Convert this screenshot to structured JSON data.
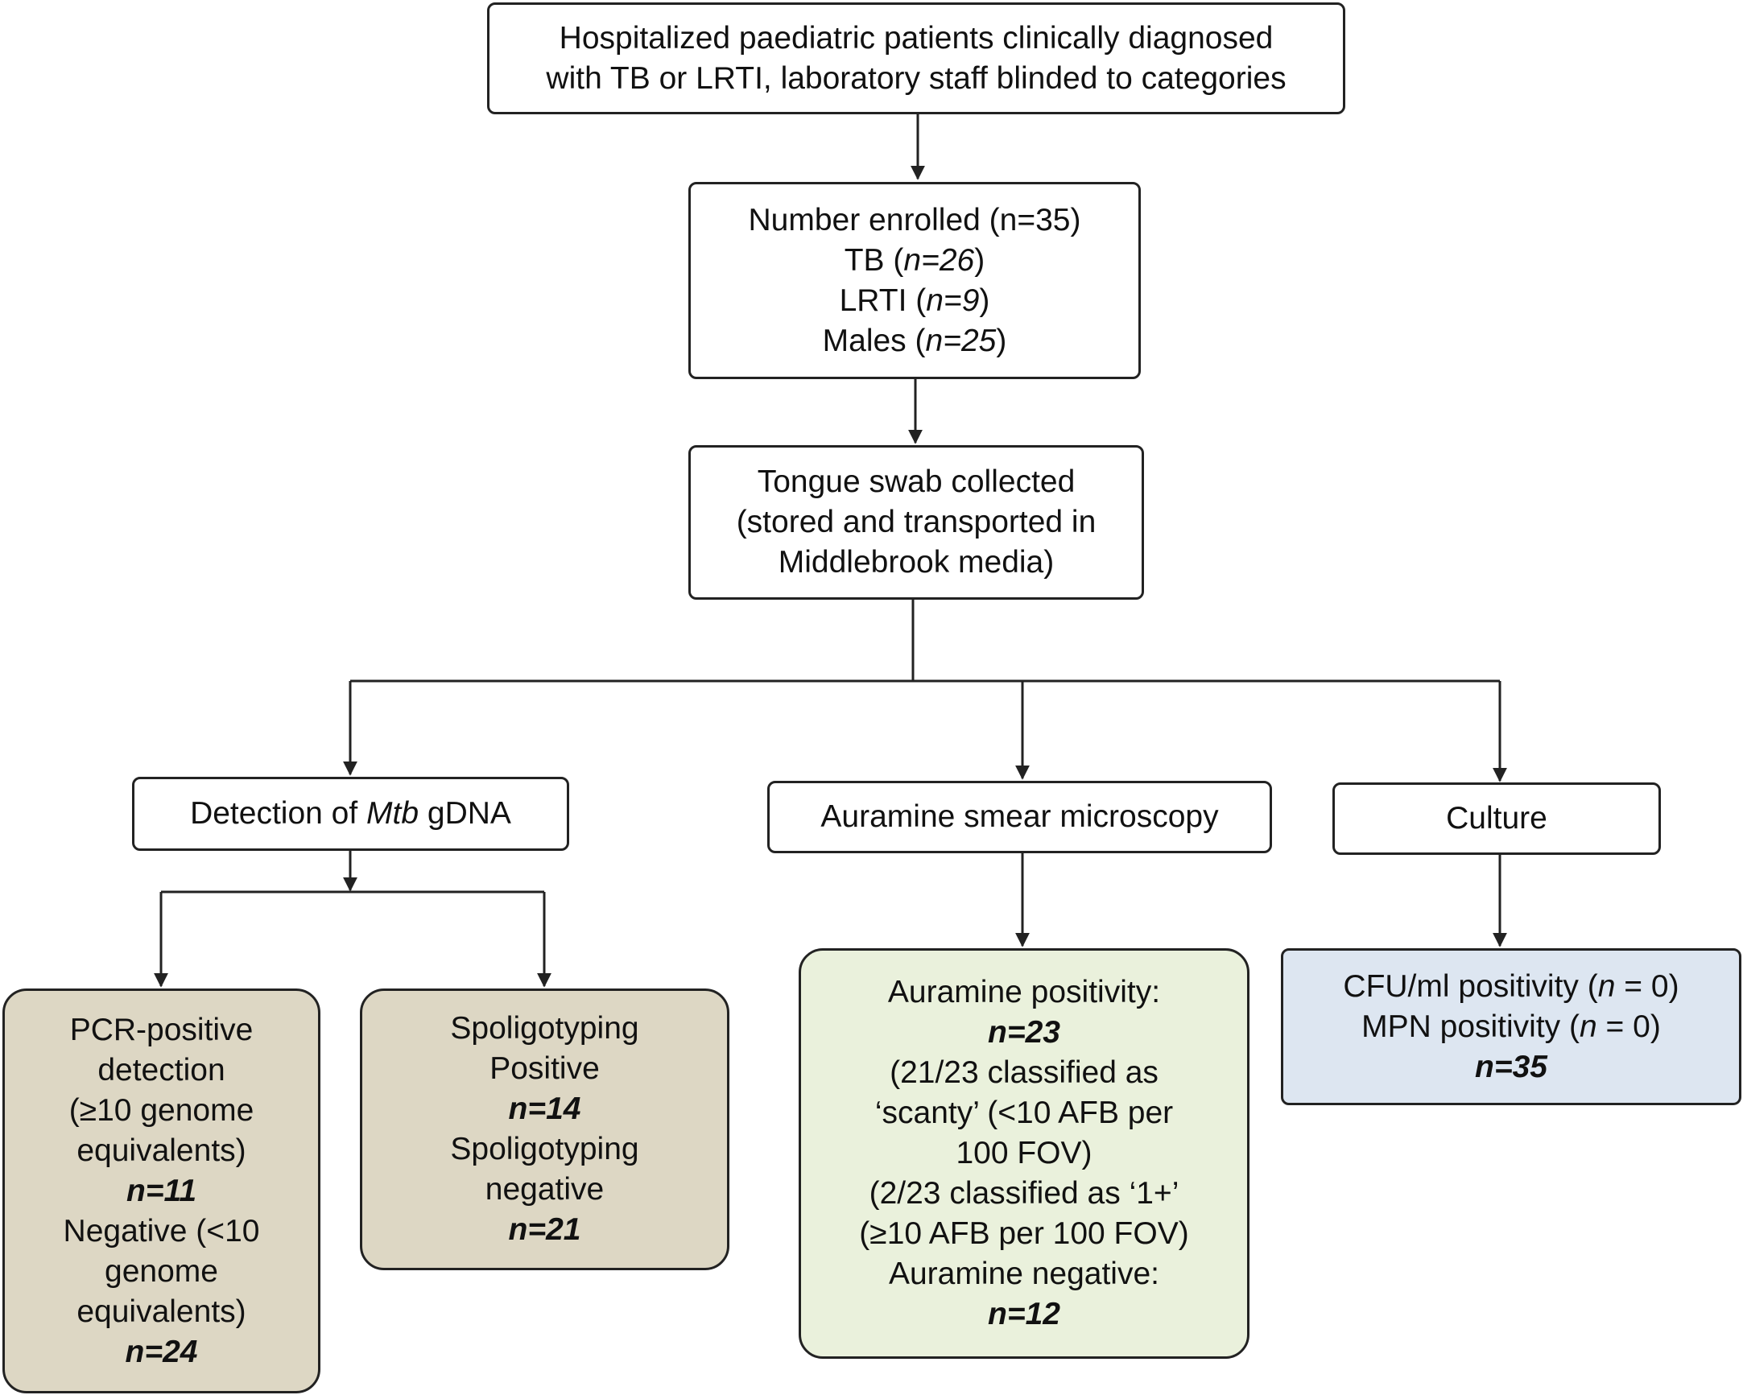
{
  "top": {
    "line1": "Hospitalized paediatric patients clinically diagnosed",
    "line2": "with TB or LRTI, laboratory staff blinded to categories"
  },
  "enrolled": {
    "title": "Number enrolled (n=35)",
    "tb_label": "TB (",
    "tb_n": "n=26",
    "tb_close": ")",
    "lrti_label": "LRTI (",
    "lrti_n": "n=9",
    "lrti_close": ")",
    "males_label": "Males (",
    "males_n": "n=25",
    "males_close": ")"
  },
  "swab": {
    "line1": "Tongue swab collected",
    "line2": "(stored and transported in",
    "line3": "Middlebrook media)"
  },
  "detection": {
    "prefix": "Detection of ",
    "mtb": "Mtb",
    "suffix": " gDNA"
  },
  "auramine_head": {
    "label": "Auramine smear microscopy"
  },
  "culture_head": {
    "label": "Culture"
  },
  "pcr": {
    "l1": "PCR-positive",
    "l2": "detection",
    "l3": "(≥10 genome",
    "l4": "equivalents)",
    "n_pos": "n=11",
    "l5": "Negative (<10",
    "l6": "genome",
    "l7": "equivalents)",
    "n_neg": "n=24"
  },
  "spoligo": {
    "l1": "Spoligotyping",
    "l2": "Positive",
    "n_pos": "n=14",
    "l3": "Spoligotyping",
    "l4": "negative",
    "n_neg": "n=21"
  },
  "auramine": {
    "l1": "Auramine positivity:",
    "n_pos": "n=23",
    "l2": "(21/23 classified as",
    "l3": "‘scanty’ (<10 AFB per",
    "l4": "100 FOV)",
    "l5": "(2/23 classified as ‘1+’",
    "l6": "(≥10 AFB per 100 FOV)",
    "l7": "Auramine negative:",
    "n_neg": "n=12"
  },
  "culture": {
    "cfu_label": "CFU/ml positivity (",
    "cfu_n": "n",
    "cfu_val": " = 0)",
    "mpn_label": "MPN positivity (",
    "mpn_n": "n",
    "mpn_val": " = 0)",
    "n_total": "n=35"
  }
}
